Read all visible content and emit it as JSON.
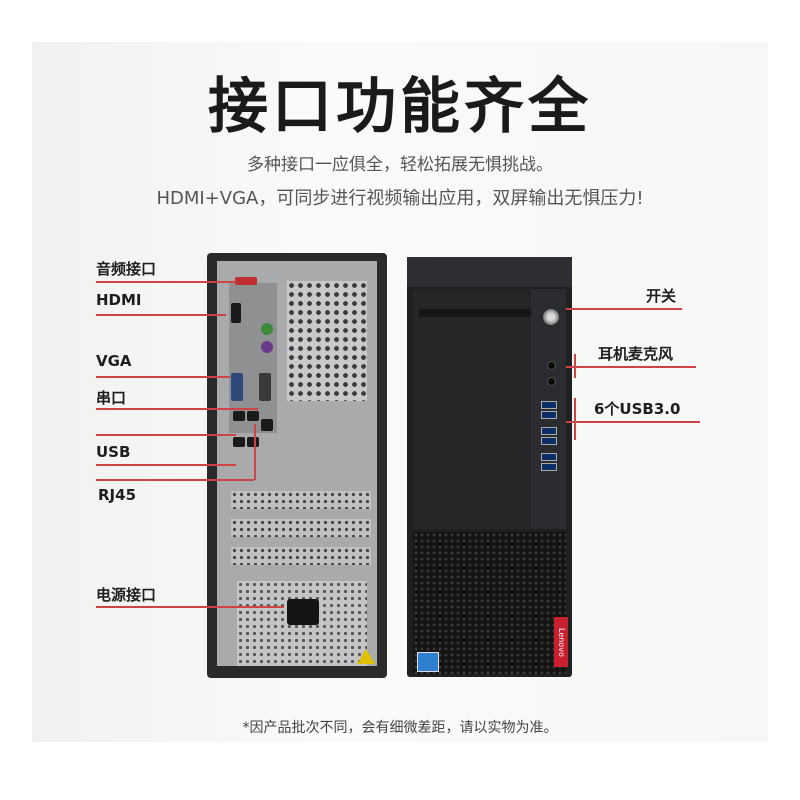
{
  "headline": "接口功能齐全",
  "subtitle_1": "多种接口一应俱全，轻松拓展无惧挑战。",
  "subtitle_2": "HDMI+VGA，可同步进行视频输出应用，双屏输出无惧压力!",
  "back_labels": {
    "audio": "音频接口",
    "hdmi": "HDMI",
    "vga": "VGA",
    "serial": "串口",
    "usb": "USB",
    "rj45": "RJ45",
    "power": "电源接口"
  },
  "front_labels": {
    "power_switch": "开关",
    "headset_mic": "耳机麦克风",
    "usb3": "6个USB3.0"
  },
  "brand_logo": "Lenovo",
  "footnote": "*因产品批次不同，会有细微差距，请以实物为准。",
  "colors": {
    "accent_line": "#cc4444",
    "background": "#f5f5f3"
  }
}
